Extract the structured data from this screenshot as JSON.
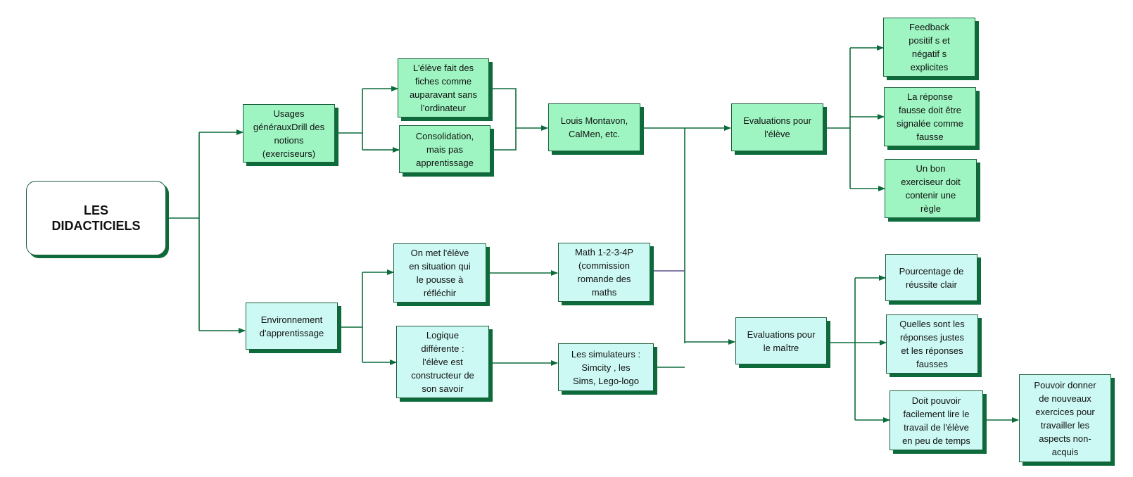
{
  "diagram": {
    "root": "LES\nDIDACTICIELS",
    "usages": "Usages\ngénérauxDrill des\nnotions\n(exerciseurs)",
    "environnement": "Environnement\nd'apprentissage",
    "fiches": "L'élève fait des\nfiches comme\nauparavant sans\nl'ordinateur",
    "consolidation": "Consolidation,\nmais pas\napprentissage",
    "louis": "Louis Montavon,\nCalMen, etc.",
    "eval_eleve": "Evaluations pour\nl'élève",
    "feedback": "Feedback\npositif s et\nnégatif s\nexplicites",
    "reponse_fausse": "La réponse\nfausse doit être\nsignalée comme\nfausse",
    "regle": "Un bon\nexerciseur doit\ncontenir une\nrègle",
    "situation": "On met l'élève\nen situation qui\nle pousse à\nréfléchir",
    "math": "Math 1-2-3-4P\n(commission\nromande des\nmaths",
    "logique": "Logique\ndifférente :\nl'élève est\nconstructeur de\nson savoir",
    "simulateurs": "Les simulateurs :\nSimcity , les\nSims, Lego-logo",
    "eval_maitre": "Evaluations pour\nle maître",
    "pourcentage": "Pourcentage de\nréussite clair",
    "quelles": "Quelles sont les\nréponses justes\net les réponses\nfausses",
    "doit_lire": "Doit pouvoir\nfacilement lire le\ntravail de l'élève\nen peu de temps",
    "nouveaux": "Pouvoir donner\nde nouveaux\nexercices pour\ntravailler les\naspects non-\nacquis"
  },
  "colors": {
    "green_fill": "#9ef5c1",
    "cyan_fill": "#ccf9f4",
    "shadow": "#0d6b3b",
    "connector": "#0b6b3a",
    "purple_connector": "#5a4f8c"
  }
}
